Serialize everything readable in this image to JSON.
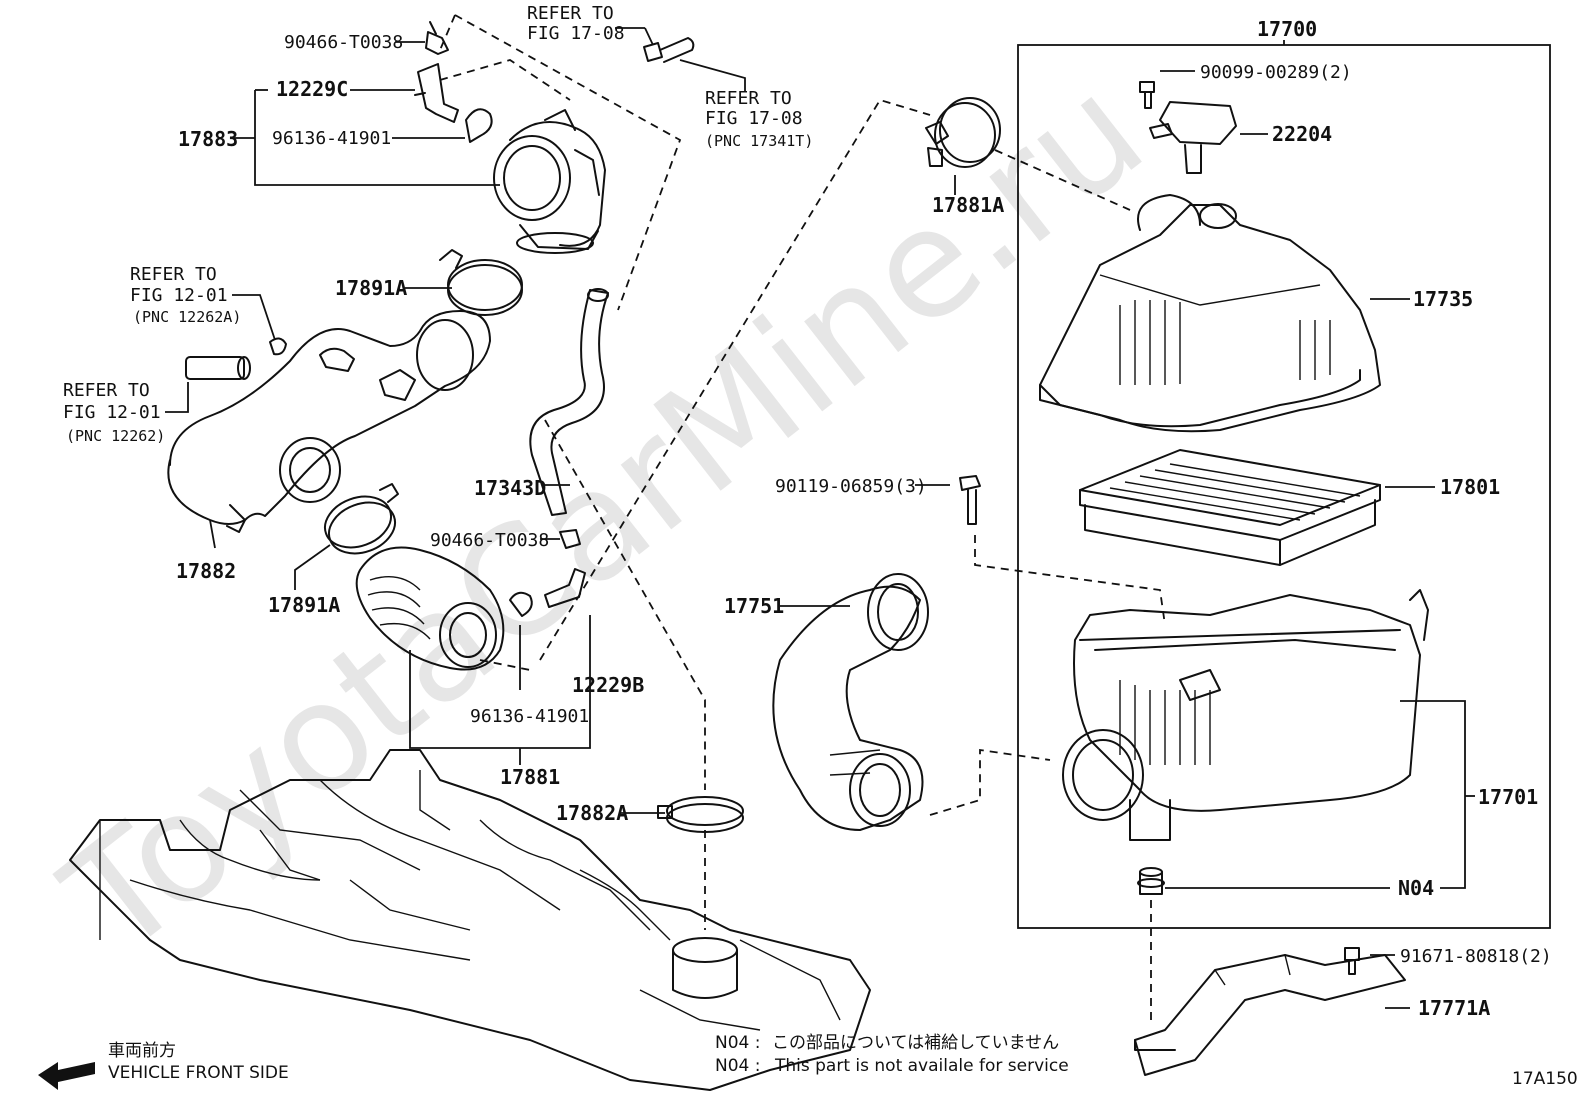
{
  "watermark": "ToyotaCarMine.ru",
  "labels": {
    "p90466_top": "90466-T0038",
    "p12229C": "12229C",
    "p17883": "17883",
    "p96136_top": "96136-41901",
    "refer_17_08_top_1": "REFER TO",
    "refer_17_08_top_2": "FIG 17-08",
    "refer_17_08_r_1": "REFER TO",
    "refer_17_08_r_2": "FIG 17-08",
    "refer_17_08_r_3": "(PNC 17341T)",
    "refer_12_01a_1": "REFER TO",
    "refer_12_01a_2": "FIG 12-01",
    "refer_12_01a_3": "(PNC 12262A)",
    "refer_12_01_1": "REFER TO",
    "refer_12_01_2": "FIG 12-01",
    "refer_12_01_3": "(PNC 12262)",
    "p17891A_top": "17891A",
    "p17343D": "17343D",
    "p90466_mid": "90466-T0038",
    "p17882": "17882",
    "p17891A_bot": "17891A",
    "p12229B": "12229B",
    "p96136_bot": "96136-41901",
    "p17881": "17881",
    "p17882A": "17882A",
    "p17881A": "17881A",
    "p17700": "17700",
    "p90099": "90099-00289(2)",
    "p22204": "22204",
    "p17735": "17735",
    "p17801": "17801",
    "p90119": "90119-06859(3)",
    "p17751": "17751",
    "p17701": "17701",
    "pN04": "N04",
    "p91671": "91671-80818(2)",
    "p17771A": "17771A"
  },
  "notes": {
    "front_jp": "車両前方",
    "front_en": "VEHICLE FRONT SIDE",
    "n04_jp_code": "N04 :",
    "n04_jp_text": "この部品については補給していません",
    "n04_en_code": "N04 :",
    "n04_en_text": "This part is not availale for service"
  },
  "figure_id": "17A150"
}
